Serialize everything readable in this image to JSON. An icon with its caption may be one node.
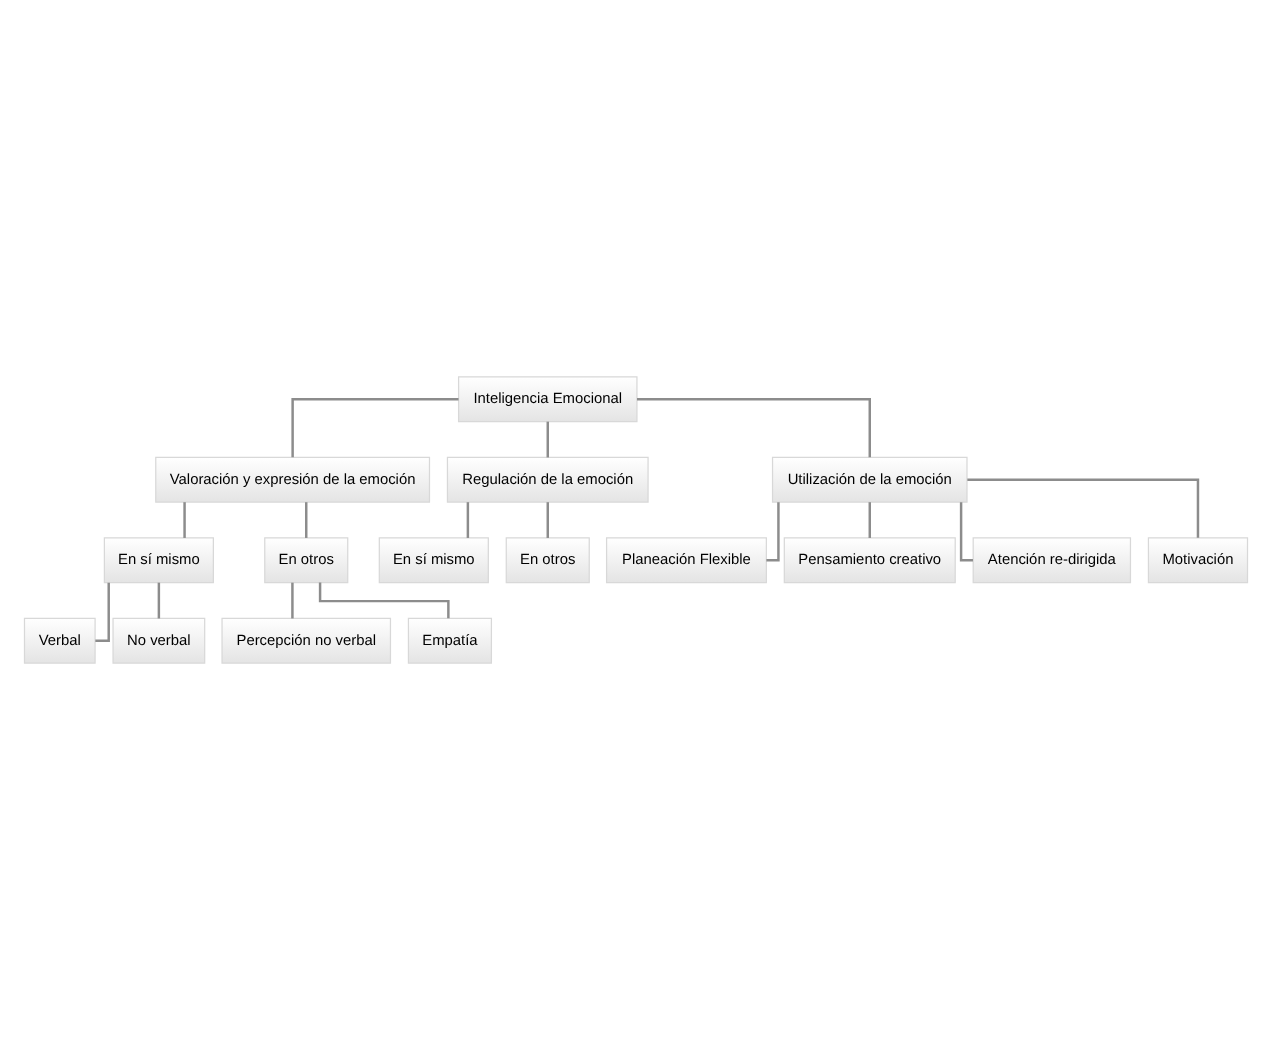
{
  "diagram": {
    "nodes": [
      {
        "text": [
          "Inteligencia Emocional"
        ]
      },
      {
        "text": [
          "Valoración y expresión de la emoción"
        ]
      },
      {
        "text": [
          "Regulación de la emoción"
        ]
      },
      {
        "text": [
          "Utilización de la emoción"
        ]
      },
      {
        "text": [
          "En sí mismo"
        ]
      },
      {
        "text": [
          "En otros"
        ]
      },
      {
        "text": [
          "Verbal"
        ]
      },
      {
        "text": [
          "No verbal"
        ]
      },
      {
        "text": [
          "Percepción no verbal"
        ]
      },
      {
        "text": [
          "Empatía"
        ]
      },
      {
        "text": [
          "En sí mismo"
        ]
      },
      {
        "text": [
          "En otros"
        ]
      },
      {
        "text": [
          "Planeación Flexible"
        ]
      },
      {
        "text": [
          "Pensamiento creativo"
        ]
      },
      {
        "text": [
          "Atención re-dirigida"
        ]
      },
      {
        "text": [
          "Motivación"
        ]
      }
    ],
    "edges": [
      {
        "from": 0,
        "to": 1,
        "arrow": "none"
      },
      {
        "from": 0,
        "to": 2,
        "arrow": "none"
      },
      {
        "from": 0,
        "to": 3,
        "arrow": "none"
      },
      {
        "from": 1,
        "to": 4,
        "arrow": "none"
      },
      {
        "from": 1,
        "to": 5,
        "arrow": "none"
      },
      {
        "from": 4,
        "to": 6,
        "arrow": "none"
      },
      {
        "from": 4,
        "to": 7,
        "arrow": "none"
      },
      {
        "from": 5,
        "to": 8,
        "arrow": "none"
      },
      {
        "from": 5,
        "to": 9,
        "arrow": "none"
      },
      {
        "from": 2,
        "to": 10,
        "arrow": "none"
      },
      {
        "from": 2,
        "to": 11,
        "arrow": "none"
      },
      {
        "from": 3,
        "to": 12,
        "arrow": "none"
      },
      {
        "from": 3,
        "to": 13,
        "arrow": "none"
      },
      {
        "from": 3,
        "to": 14,
        "arrow": "none"
      },
      {
        "from": 3,
        "to": 15,
        "arrow": "none"
      }
    ]
  }
}
